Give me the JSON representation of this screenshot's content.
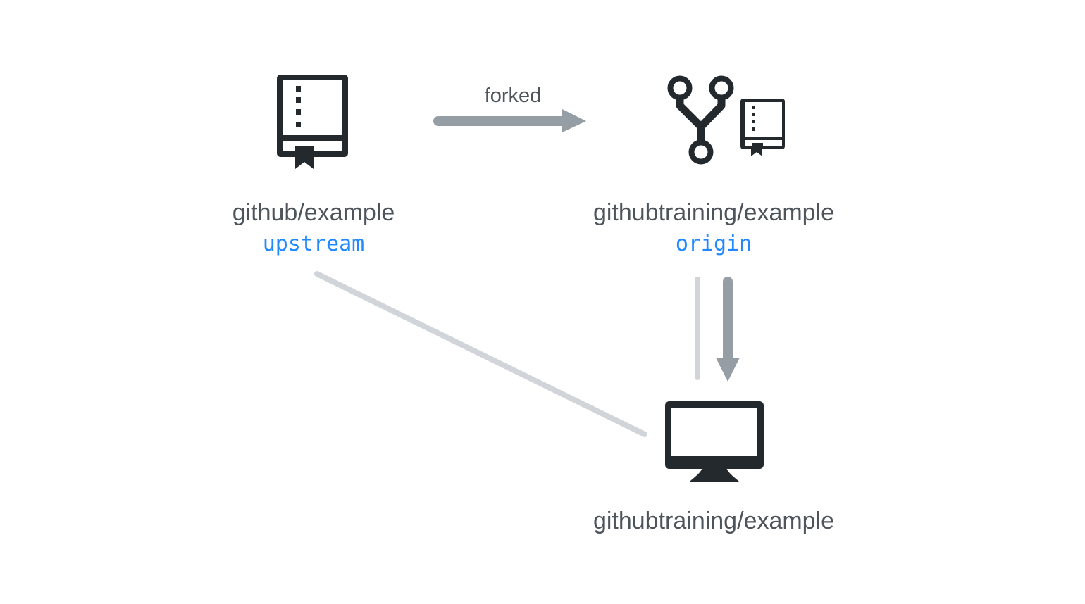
{
  "colors": {
    "icon": "#24292e",
    "text": "#4d545b",
    "remote": "#2188ff",
    "arrow": "#959da5",
    "line_light": "#d1d5da"
  },
  "nodes": {
    "upstream": {
      "icon": "repo-book-icon",
      "repo": "github/example",
      "remote": "upstream"
    },
    "origin": {
      "icon": "repo-forked-icon",
      "repo": "githubtraining/example",
      "remote": "origin"
    },
    "local": {
      "icon": "desktop-computer-icon",
      "repo": "githubtraining/example"
    }
  },
  "edges": {
    "fork": {
      "label": "forked",
      "from": "upstream",
      "to": "origin"
    },
    "clone": {
      "from": "origin",
      "to": "local"
    },
    "origin_link": {
      "from": "local",
      "to": "origin"
    },
    "upstream_link": {
      "from": "local",
      "to": "upstream"
    }
  }
}
